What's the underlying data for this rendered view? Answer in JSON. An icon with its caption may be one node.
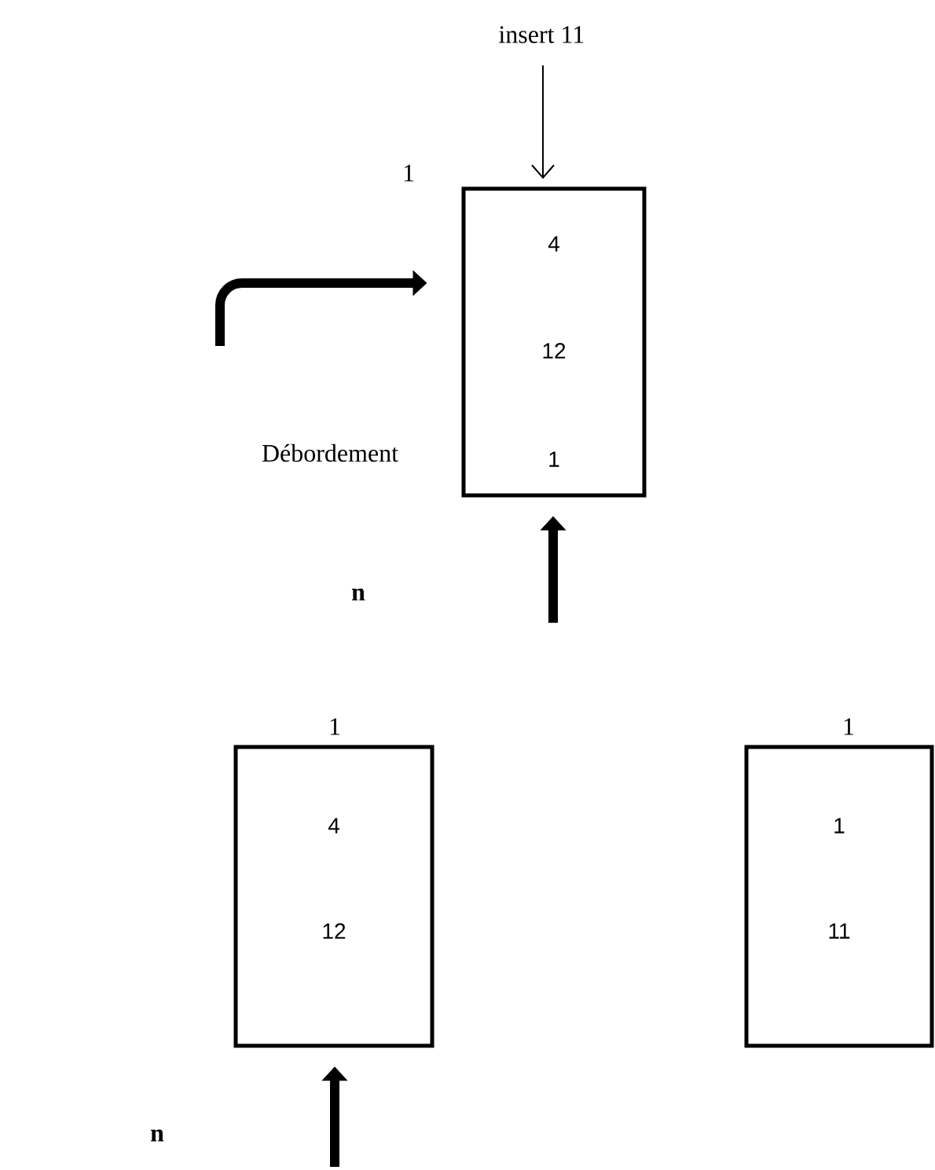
{
  "diagram": {
    "nodes": [
      {
        "text": [
          "insert 11"
        ]
      },
      {
        "text": [
          "4",
          "12",
          "1"
        ],
        "beside": [
          "1"
        ]
      },
      {
        "text": [
          "4",
          "12"
        ],
        "beside": [
          "1"
        ]
      },
      {
        "text": [
          "1",
          "11"
        ],
        "beside": [
          "1"
        ]
      }
    ],
    "edges": [
      {
        "from": 0,
        "to": 1,
        "arrow": "to"
      },
      {
        "from": null,
        "to": 1,
        "arrow": "to"
      },
      {
        "from": null,
        "to": 1,
        "arrow": "to"
      },
      {
        "from": null,
        "to": 2,
        "arrow": "to"
      }
    ],
    "labels": [
      "Débordement",
      "n",
      "n"
    ]
  }
}
